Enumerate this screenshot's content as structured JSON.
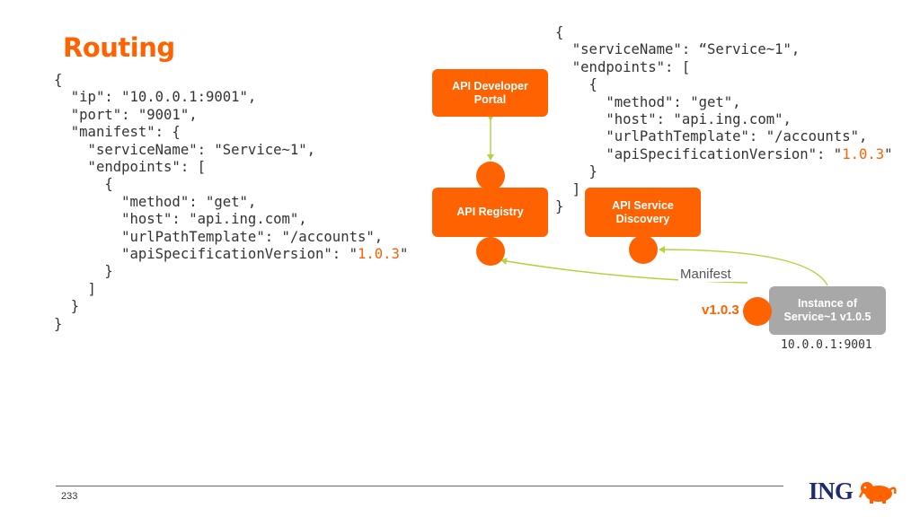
{
  "title": "Routing",
  "left_code": {
    "lines": [
      {
        "text": "{"
      },
      {
        "text": "  \"ip\": \"10.0.0.1:9001\","
      },
      {
        "text": "  \"port\": \"9001\","
      },
      {
        "text": "  \"manifest\": {"
      },
      {
        "text": "    \"serviceName\": \"Service~1\","
      },
      {
        "text": "    \"endpoints\": ["
      },
      {
        "text": "      {"
      },
      {
        "text": "        \"method\": \"get\","
      },
      {
        "text": "        \"host\": \"api.ing.com\","
      },
      {
        "text": "        \"urlPathTemplate\": \"/accounts\","
      },
      {
        "text": "        \"apiSpecificationVersion\": \"",
        "version": "1.0.3",
        "suffix": "\""
      },
      {
        "text": "      }"
      },
      {
        "text": "    ]"
      },
      {
        "text": "  }"
      },
      {
        "text": "}"
      }
    ]
  },
  "right_code": {
    "lines": [
      {
        "text": "{"
      },
      {
        "text": "  \"serviceName\": “Service~1\","
      },
      {
        "text": "  \"endpoints\": ["
      },
      {
        "text": "    {"
      },
      {
        "text": "      \"method\": \"get\","
      },
      {
        "text": "      \"host\": \"api.ing.com\","
      },
      {
        "text": "      \"urlPathTemplate\": \"/accounts\","
      },
      {
        "text": "      \"apiSpecificationVersion\": \"",
        "version": "1.0.3",
        "suffix": "\""
      },
      {
        "text": "    }"
      },
      {
        "text": "  ]"
      },
      {
        "text": "}"
      }
    ]
  },
  "diagram": {
    "developer_portal": "API Developer Portal",
    "registry": "API Registry",
    "service_discovery": "API Service Discovery",
    "instance": "Instance of Service~1 v1.0.5",
    "manifest_label": "Manifest",
    "version_label": "v1.0.3",
    "instance_address": "10.0.0.1:9001"
  },
  "colors": {
    "accent": "#ff6200",
    "instance_box": "#a8a8a8",
    "connector": "#b4d23c",
    "logo_text": "#1f2b6e"
  },
  "footer": {
    "page_number": "233",
    "logo_text": "ING",
    "logo_icon": "lion-icon"
  }
}
